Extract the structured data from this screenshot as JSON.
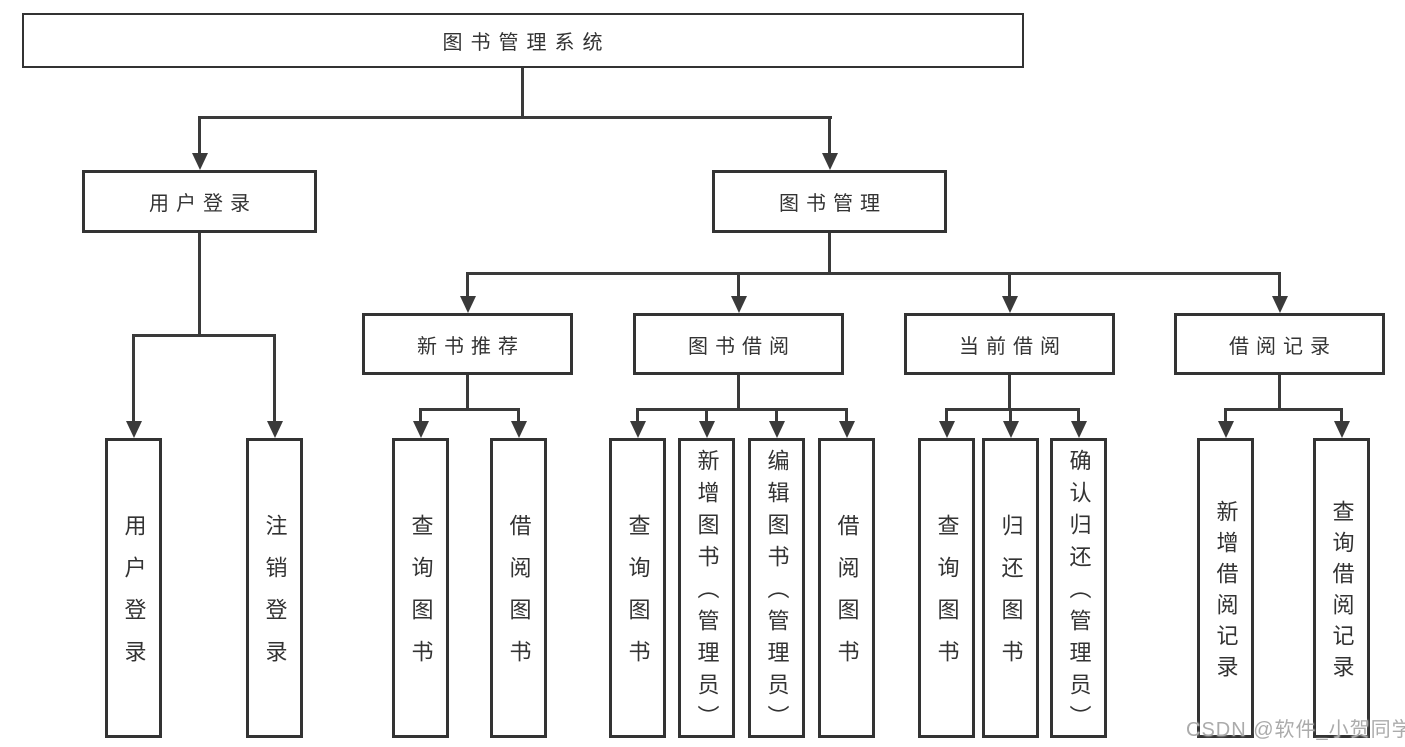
{
  "watermark": "CSDN @软件_小贺同学",
  "colors": {
    "background": "#ffffff",
    "box_border": "#333333",
    "text": "#333333",
    "connector_line": "#3a3a3a",
    "watermark_text": "#ababab"
  },
  "tree": {
    "root": {
      "label": "图书管理系统",
      "children": [
        {
          "label": "用户登录",
          "children": [
            {
              "label": "用户登录"
            },
            {
              "label": "注销登录"
            }
          ]
        },
        {
          "label": "图书管理",
          "children": [
            {
              "label": "新书推荐",
              "children": [
                {
                  "label": "查询图书"
                },
                {
                  "label": "借阅图书"
                }
              ]
            },
            {
              "label": "图书借阅",
              "children": [
                {
                  "label": "查询图书"
                },
                {
                  "label": "新增图书（管理员）"
                },
                {
                  "label": "编辑图书（管理员）"
                },
                {
                  "label": "借阅图书"
                }
              ]
            },
            {
              "label": "当前借阅",
              "children": [
                {
                  "label": "查询图书"
                },
                {
                  "label": "归还图书"
                },
                {
                  "label": "确认归还（管理员）"
                }
              ]
            },
            {
              "label": "借阅记录",
              "children": [
                {
                  "label": "新增借阅记录"
                },
                {
                  "label": "查询借阅记录"
                }
              ]
            }
          ]
        }
      ]
    }
  }
}
